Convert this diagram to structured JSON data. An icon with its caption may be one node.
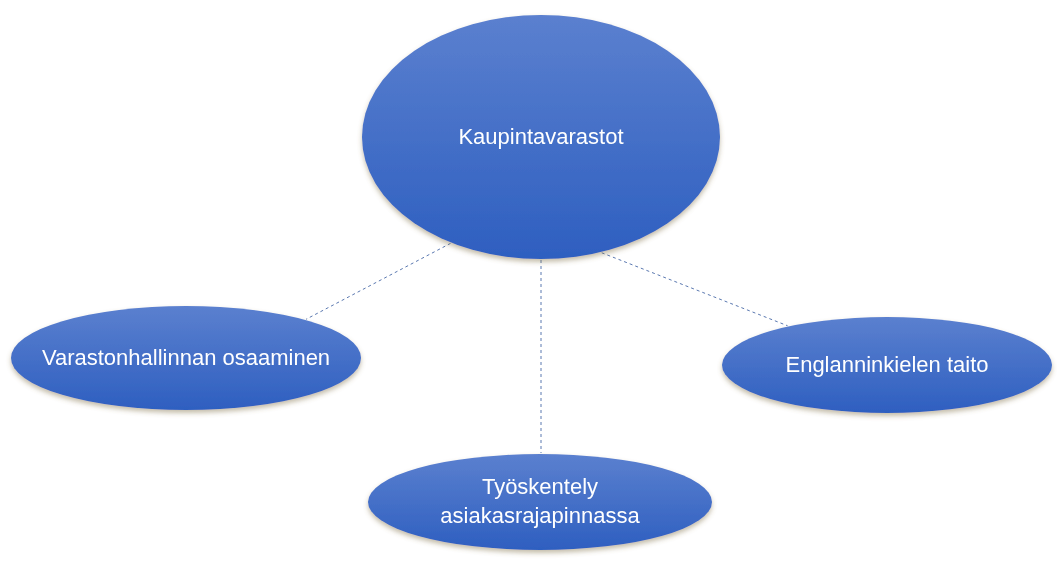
{
  "diagram": {
    "nodes": [
      {
        "text": [
          "Kaupintavarastot"
        ]
      },
      {
        "text": [
          "Varastonhallinnan osaaminen"
        ]
      },
      {
        "text": [
          "Englanninkielen taito"
        ]
      },
      {
        "text": [
          "Työskentely asiakasrajapinnassa"
        ]
      }
    ],
    "edges": [
      {
        "from": 0,
        "to": 1,
        "arrow": "none",
        "style": "dashed"
      },
      {
        "from": 0,
        "to": 3,
        "arrow": "none",
        "style": "dashed"
      },
      {
        "from": 0,
        "to": 2,
        "arrow": "none",
        "style": "dashed"
      }
    ]
  }
}
